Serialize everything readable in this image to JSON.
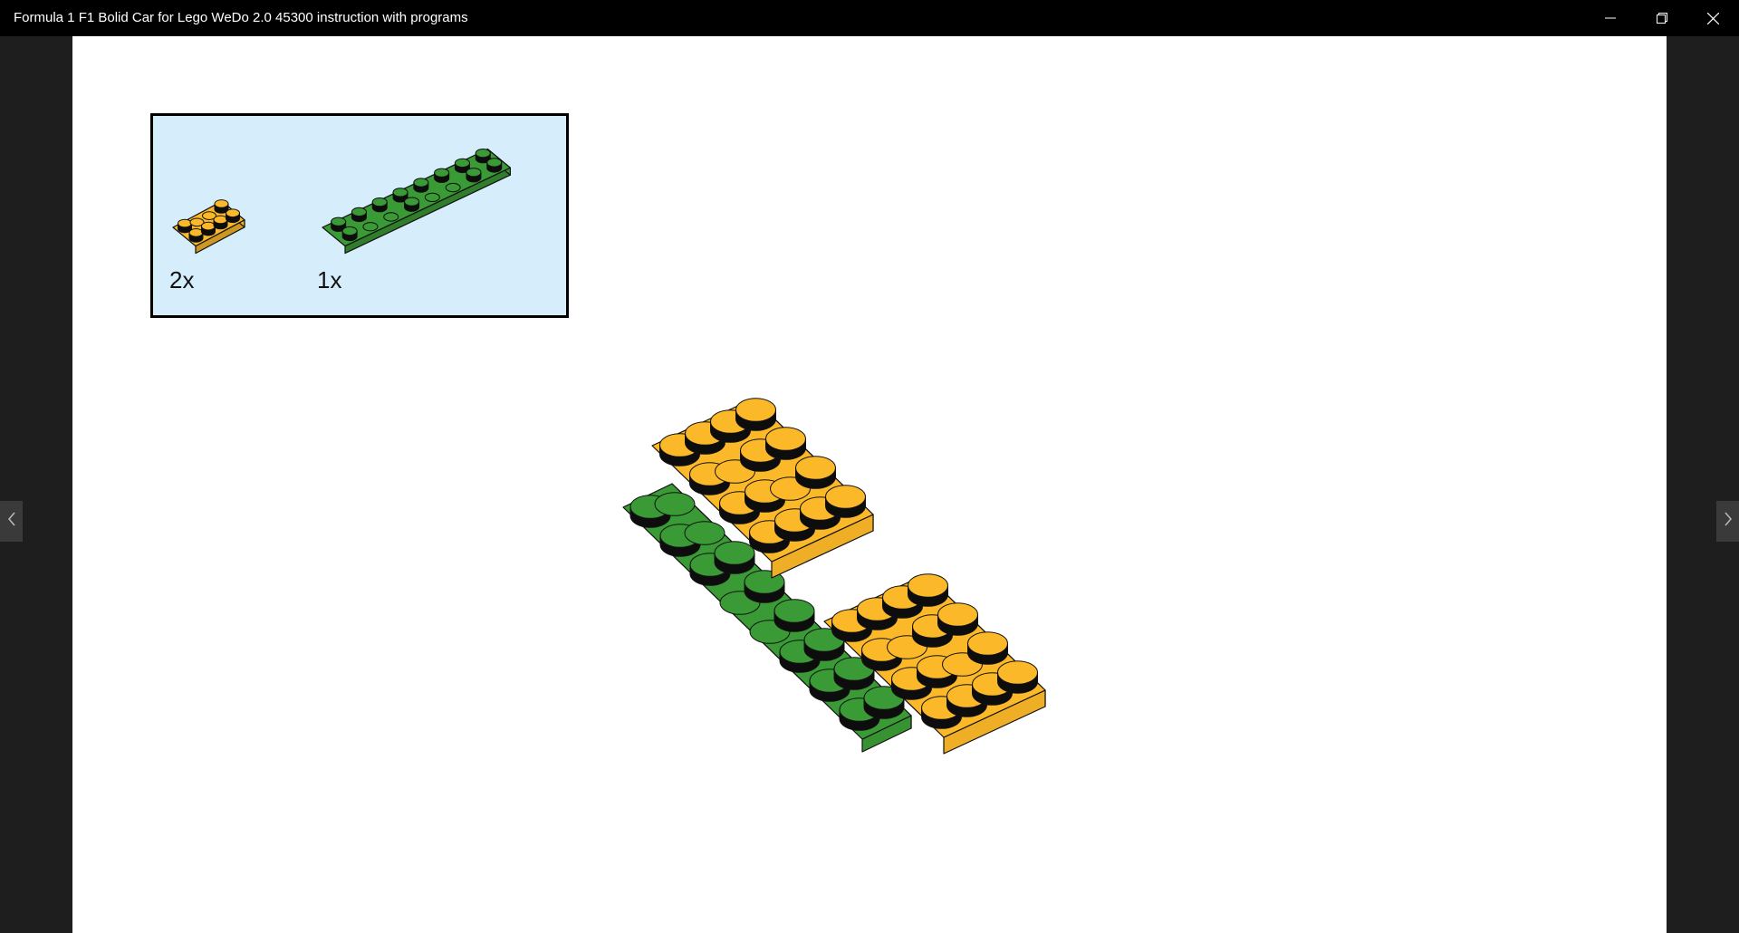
{
  "window": {
    "title": "Formula 1 F1 Bolid Car for Lego WeDo 2.0 45300 instruction with programs",
    "controls": {
      "minimize_icon": "minimize-icon",
      "maximize_icon": "restore-icon",
      "close_icon": "close-icon"
    }
  },
  "navigation": {
    "prev_icon": "chevron-left-icon",
    "next_icon": "chevron-right-icon"
  },
  "instruction_step": {
    "parts_list": [
      {
        "part": "2x4 plate",
        "color": "#fbb829",
        "quantity": "2x"
      },
      {
        "part": "2x8 plate",
        "color": "#3a9a35",
        "quantity": "1x"
      }
    ],
    "colors": {
      "yellow_plate": "#fbb829",
      "green_plate": "#3a9a35",
      "parts_panel_bg": "#d6eefc"
    }
  }
}
